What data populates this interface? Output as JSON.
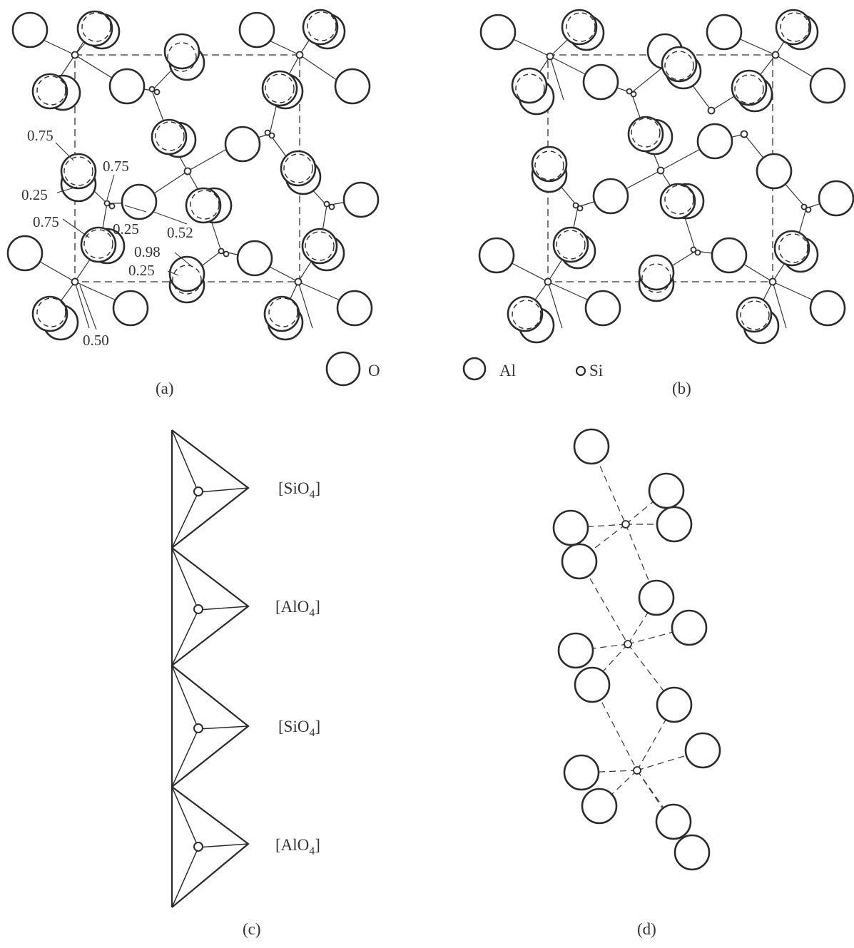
{
  "panels": {
    "a": {
      "caption": "(a)"
    },
    "b": {
      "caption": "(b)"
    },
    "c": {
      "caption": "(c)"
    },
    "d": {
      "caption": "(d)"
    }
  },
  "height_labels": [
    "0.75",
    "0.75",
    "0.25",
    "0.75",
    "0.25",
    "0.52",
    "0.98",
    "0.25",
    "0.50"
  ],
  "legend": [
    {
      "symbol": "large-circle",
      "label": "O"
    },
    {
      "symbol": "medium-circle",
      "label": "Al"
    },
    {
      "symbol": "small-circle",
      "label": "Si"
    }
  ],
  "tetrahedra": [
    {
      "formula": "[SiO",
      "sub": "4",
      "close": "]"
    },
    {
      "formula": "[AlO",
      "sub": "4",
      "close": "]"
    },
    {
      "formula": "[SiO",
      "sub": "4",
      "close": "]"
    },
    {
      "formula": "[AlO",
      "sub": "4",
      "close": "]"
    }
  ],
  "colors": {
    "ink": "#2b2b2b",
    "background": "#ffffff"
  }
}
